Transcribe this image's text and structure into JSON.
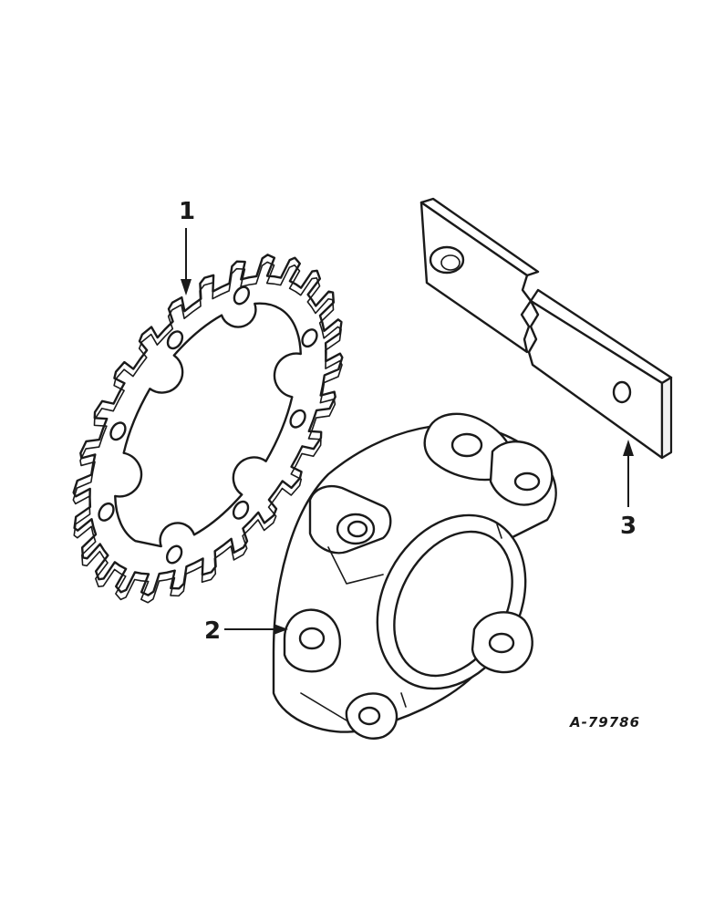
{
  "diagram": {
    "callouts": [
      {
        "id": "1",
        "label": "1"
      },
      {
        "id": "2",
        "label": "2"
      },
      {
        "id": "3",
        "label": "3"
      }
    ],
    "reference_number": "A-79786",
    "parts": [
      "sprocket-icon",
      "bearing-housing-icon",
      "strap-icon"
    ]
  }
}
